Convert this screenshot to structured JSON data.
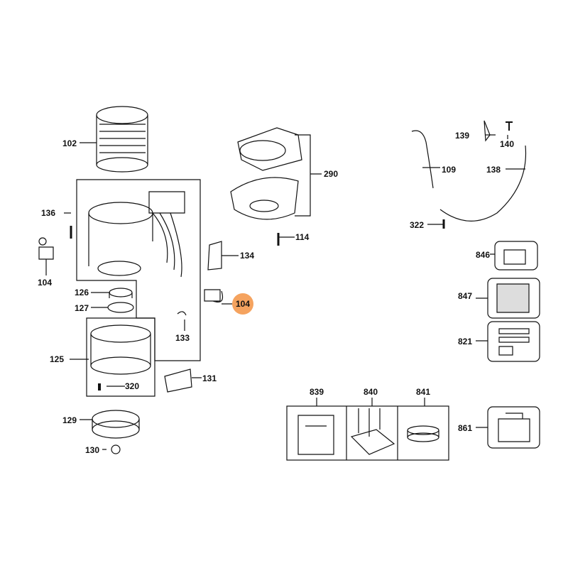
{
  "highlight_color": "#f5a35f",
  "parts": {
    "p102": "102",
    "p290": "290",
    "p139": "139",
    "p140": "140",
    "p109": "109",
    "p138": "138",
    "p136": "136",
    "p104a": "104",
    "p114": "114",
    "p134": "134",
    "p322": "322",
    "p846": "846",
    "p847": "847",
    "p821": "821",
    "p104b": "104",
    "p126": "126",
    "p127": "127",
    "p133": "133",
    "p125": "125",
    "p131": "131",
    "p320": "320",
    "p839": "839",
    "p840": "840",
    "p841": "841",
    "p861": "861",
    "p129": "129",
    "p130": "130"
  }
}
